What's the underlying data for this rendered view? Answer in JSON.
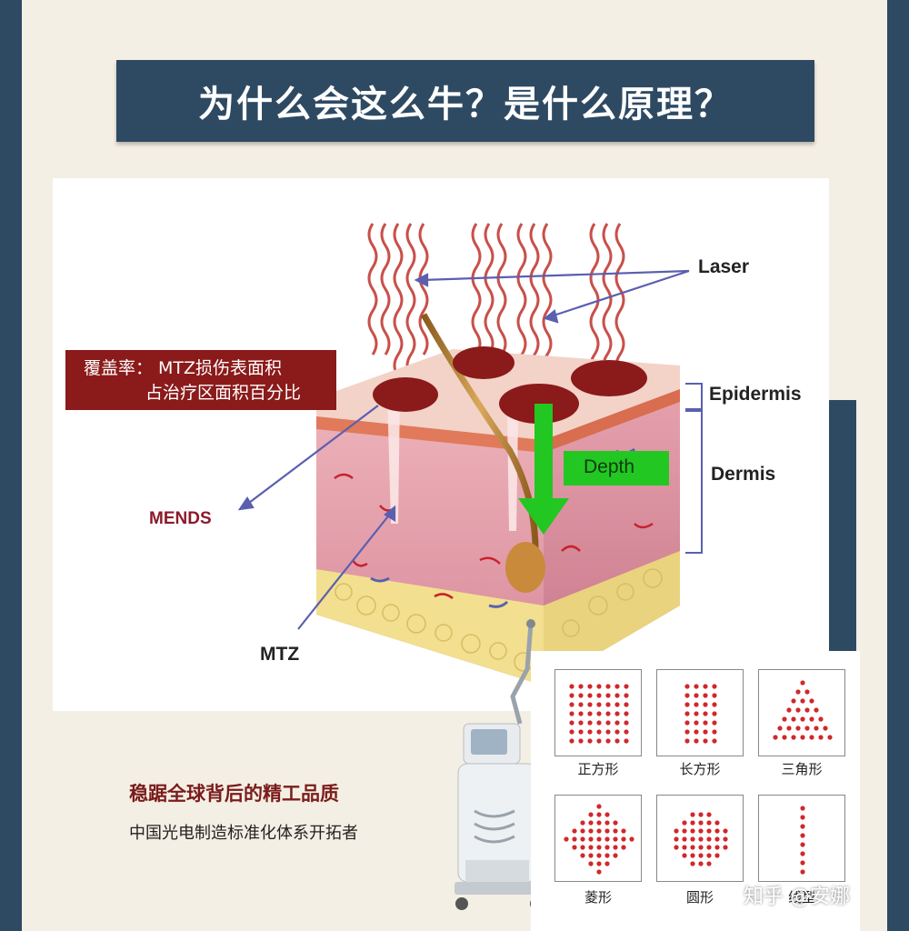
{
  "title": "为什么会这么牛？是什么原理？",
  "diagram": {
    "coverage_line1": "覆盖率：  MTZ损伤表面积",
    "coverage_line2": "占治疗区面积百分比",
    "labels": {
      "laser": "Laser",
      "epidermis": "Epidermis",
      "dermis": "Dermis",
      "depth": "Depth",
      "mends": "MENDS",
      "mtz": "MTZ"
    }
  },
  "tagline": "稳踞全球背后的精工品质",
  "subline": "中国光电制造标准化体系开拓者",
  "patterns": [
    {
      "name": "正方形",
      "shape": "square"
    },
    {
      "name": "长方形",
      "shape": "rectangle"
    },
    {
      "name": "三角形",
      "shape": "triangle"
    },
    {
      "name": "菱形",
      "shape": "diamond"
    },
    {
      "name": "圆形",
      "shape": "circle"
    },
    {
      "name": "线型",
      "shape": "line"
    }
  ],
  "watermark": "知乎 @安娜",
  "colors": {
    "navy": "#2e4a63",
    "dark_red": "#8b1a1a",
    "depth_green": "#22c722",
    "dot_red": "#d0282c",
    "arrow_blue": "#5a5fb0"
  }
}
